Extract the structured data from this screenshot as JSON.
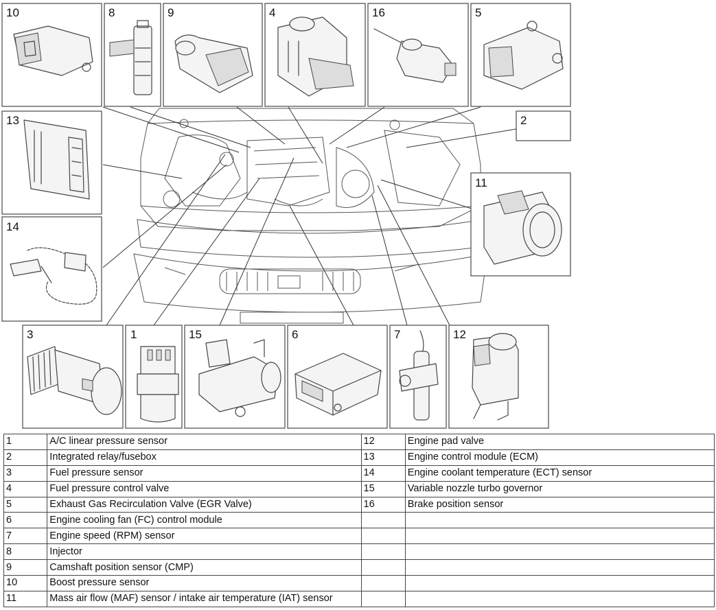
{
  "parts": [
    {
      "num": "1",
      "name": "A/C linear pressure sensor"
    },
    {
      "num": "2",
      "name": "Integrated relay/fusebox"
    },
    {
      "num": "3",
      "name": "Fuel pressure sensor"
    },
    {
      "num": "4",
      "name": "Fuel pressure control valve"
    },
    {
      "num": "5",
      "name": "Exhaust Gas Recirculation Valve (EGR Valve)"
    },
    {
      "num": "6",
      "name": "Engine cooling fan (FC) control module"
    },
    {
      "num": "7",
      "name": "Engine speed (RPM) sensor"
    },
    {
      "num": "8",
      "name": "Injector"
    },
    {
      "num": "9",
      "name": "Camshaft position sensor (CMP)"
    },
    {
      "num": "10",
      "name": "Boost pressure sensor"
    },
    {
      "num": "11",
      "name": "Mass air flow (MAF) sensor / intake air temperature (IAT) sensor"
    },
    {
      "num": "12",
      "name": "Engine pad valve"
    },
    {
      "num": "13",
      "name": "Engine control module (ECM)"
    },
    {
      "num": "14",
      "name": "Engine coolant temperature (ECT) sensor"
    },
    {
      "num": "15",
      "name": "Variable nozzle turbo governor"
    },
    {
      "num": "16",
      "name": "Brake position sensor"
    }
  ]
}
